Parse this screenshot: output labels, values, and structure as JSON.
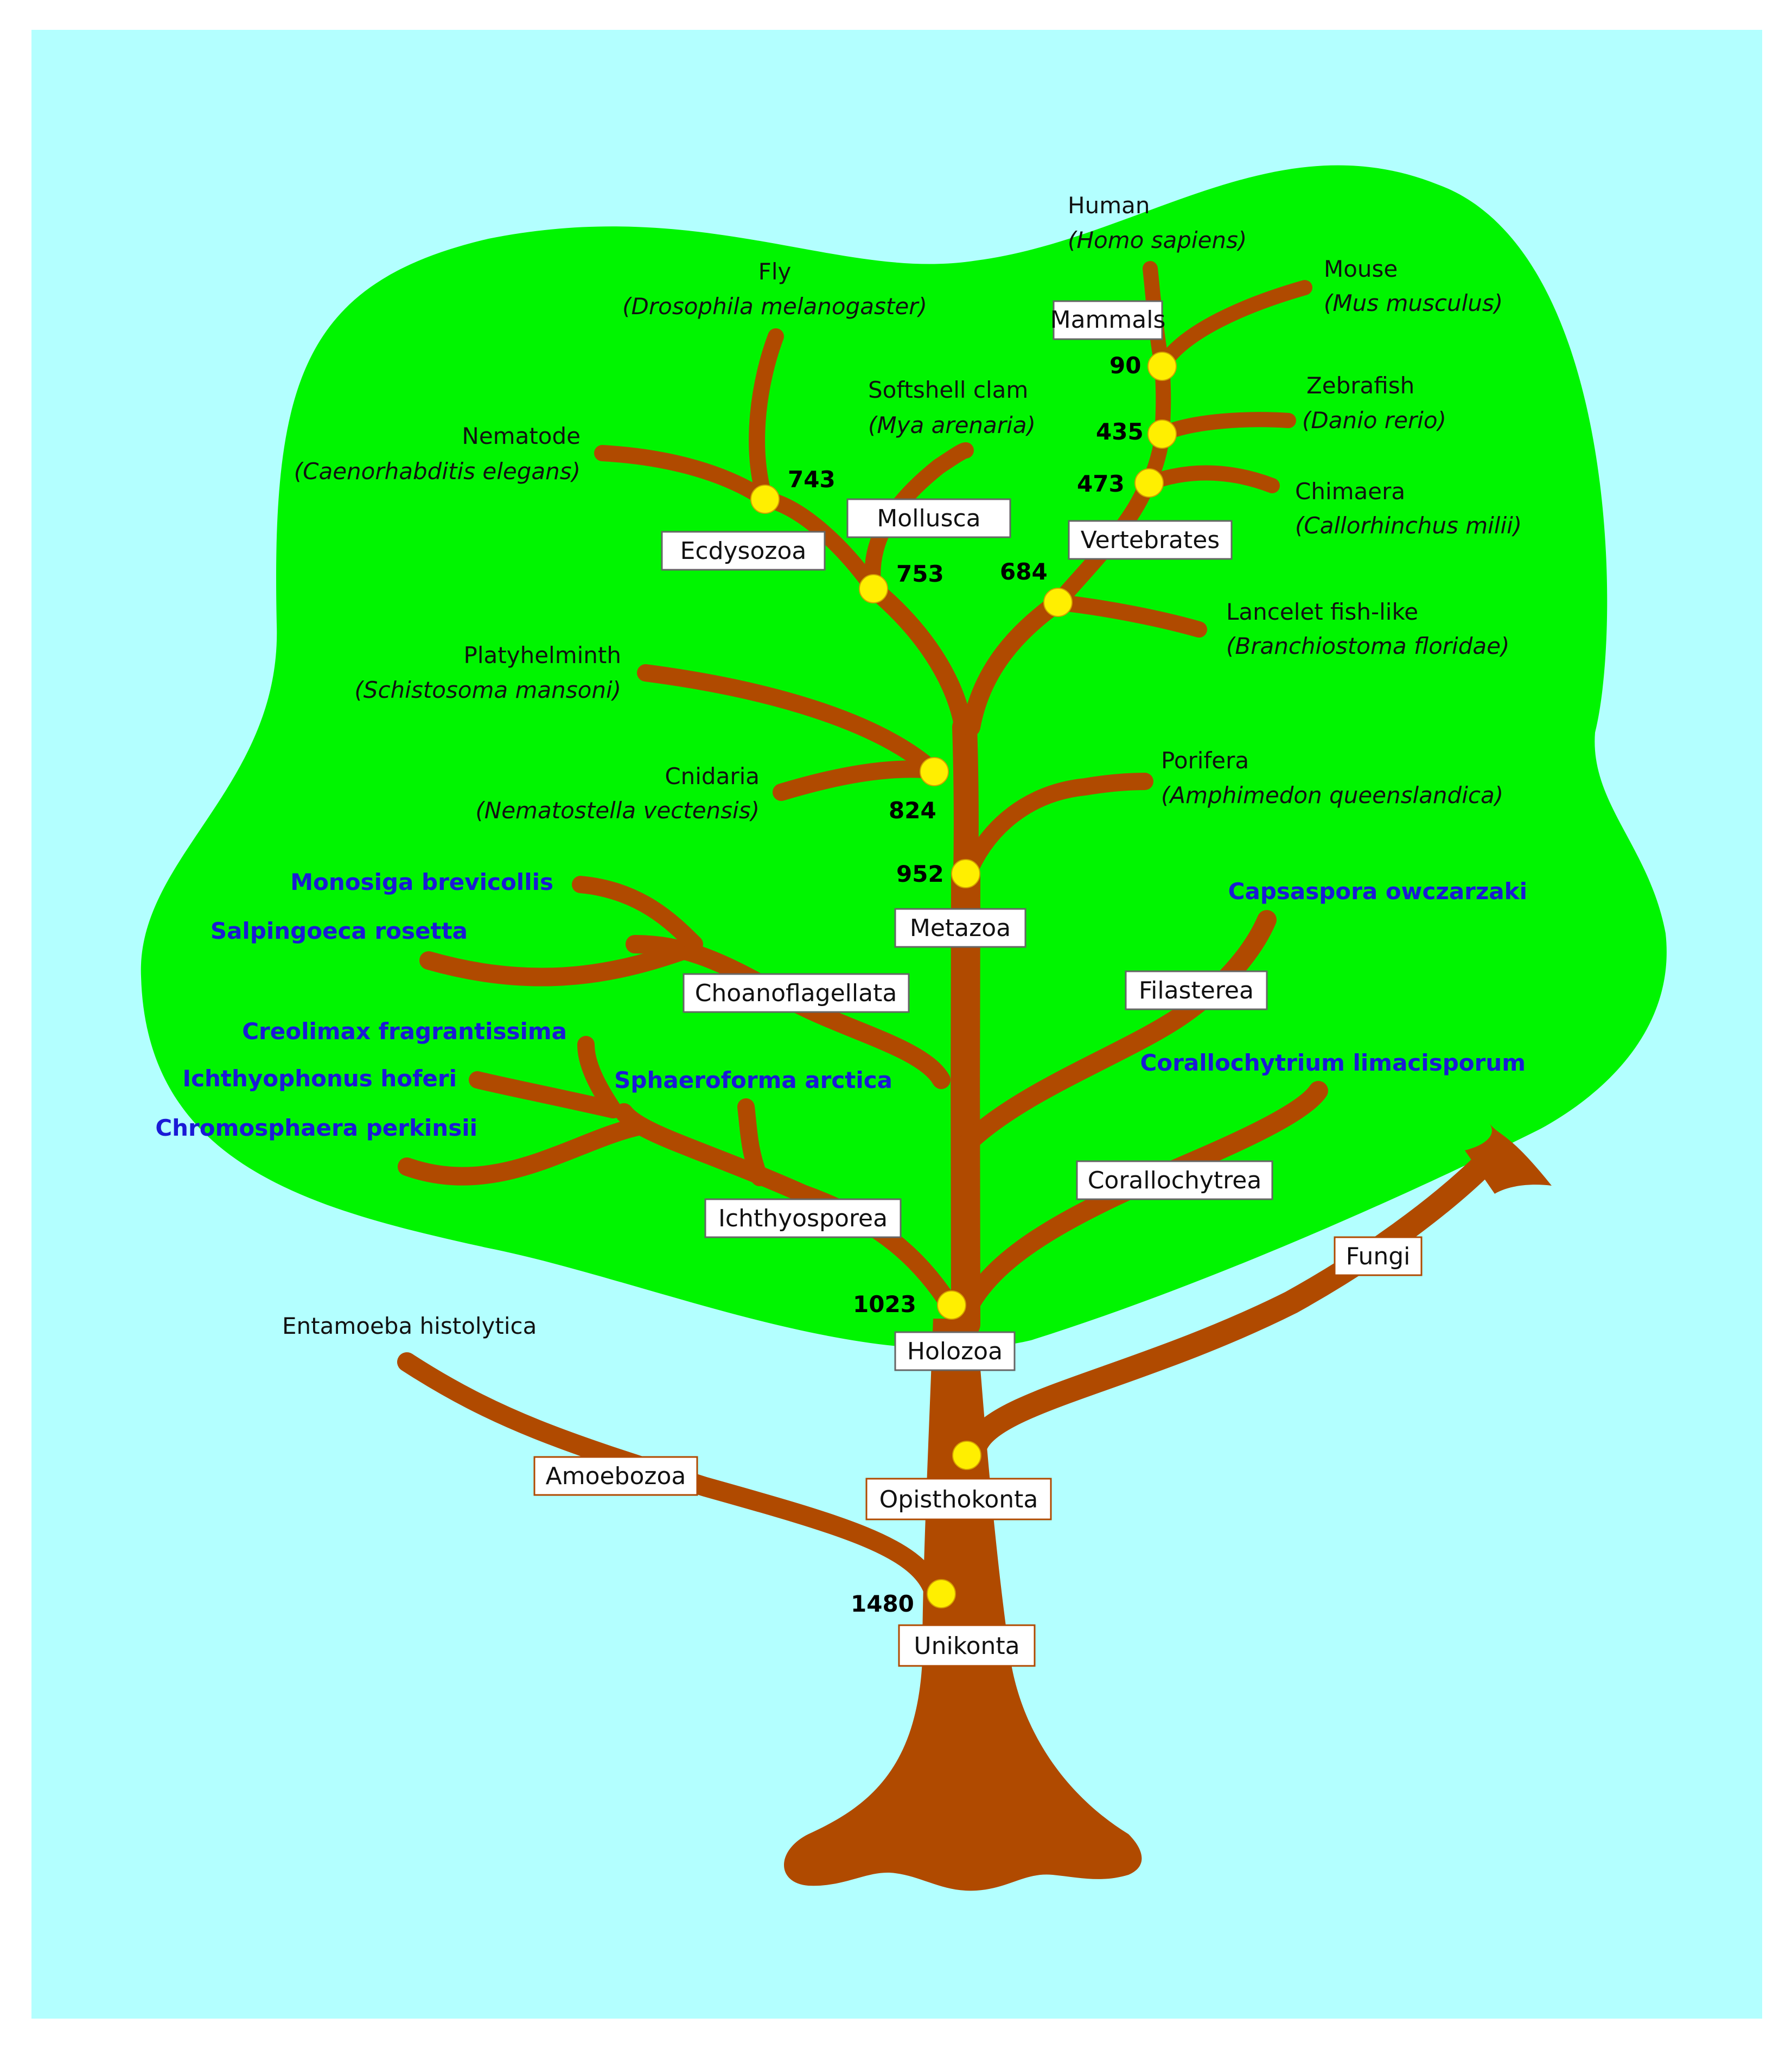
{
  "colors": {
    "sky": "#b3ffff",
    "canopy": "#00f500",
    "trunk": "#b04a00",
    "node": "#ffef00",
    "highlight_text": "#1a1ad6"
  },
  "clade_boxes": {
    "mammals": "Mammals",
    "mollusca": "Mollusca",
    "ecdysozoa": "Ecdysozoa",
    "vertebrates": "Vertebrates",
    "metazoa": "Metazoa",
    "choanoflagellata": "Choanoflagellata",
    "filasterea": "Filasterea",
    "ichthyosporea": "Ichthyosporea",
    "corallochytrea": "Corallochytrea",
    "fungi": "Fungi",
    "holozoa": "Holozoa",
    "amoebozoa": "Amoebozoa",
    "opisthokonta": "Opisthokonta",
    "unikonta": "Unikonta"
  },
  "node_ages": {
    "mammals": "90",
    "zebrafish_split": "435",
    "vertebrates": "473",
    "ecdysozoa": "743",
    "mollusca_split": "753",
    "chordata": "684",
    "cnidaria_split": "824",
    "metazoa": "952",
    "holozoa": "1023",
    "unikonta": "1480"
  },
  "species": {
    "human_common": "Human",
    "human_latin": "(Homo sapiens)",
    "mouse_common": "Mouse",
    "mouse_latin": "(Mus musculus)",
    "fly_common": "Fly",
    "fly_latin": "(Drosophila melanogaster)",
    "clam_common": "Softshell clam",
    "clam_latin": "(Mya arenaria)",
    "nematode_common": "Nematode",
    "nematode_latin": "(Caenorhabditis elegans)",
    "zebrafish_common": "Zebrafish",
    "zebrafish_latin": "(Danio rerio)",
    "chimaera_common": "Chimaera",
    "chimaera_latin": "(Callorhinchus milii)",
    "lancelet_common": "Lancelet fish-like",
    "lancelet_latin": "(Branchiostoma floridae)",
    "platy_common": "Platyhelminth",
    "platy_latin": "(Schistosoma mansoni)",
    "cnidaria_common": "Cnidaria",
    "cnidaria_latin": "(Nematostella vectensis)",
    "porifera_common": "Porifera",
    "porifera_latin": "(Amphimedon queenslandica)",
    "entamoeba": "Entamoeba histolytica"
  },
  "highlighted_species": {
    "monosiga": "Monosiga brevicollis",
    "salpingoeca": "Salpingoeca rosetta",
    "capsaspora": "Capsaspora owczarzaki",
    "creolimax": "Creolimax fragrantissima",
    "ichthyophonus": "Ichthyophonus hoferi",
    "chromosphaera": "Chromosphaera perkinsii",
    "sphaeroforma": "Sphaeroforma arctica",
    "corallochytrium": "Corallochytrium limacisporum"
  }
}
